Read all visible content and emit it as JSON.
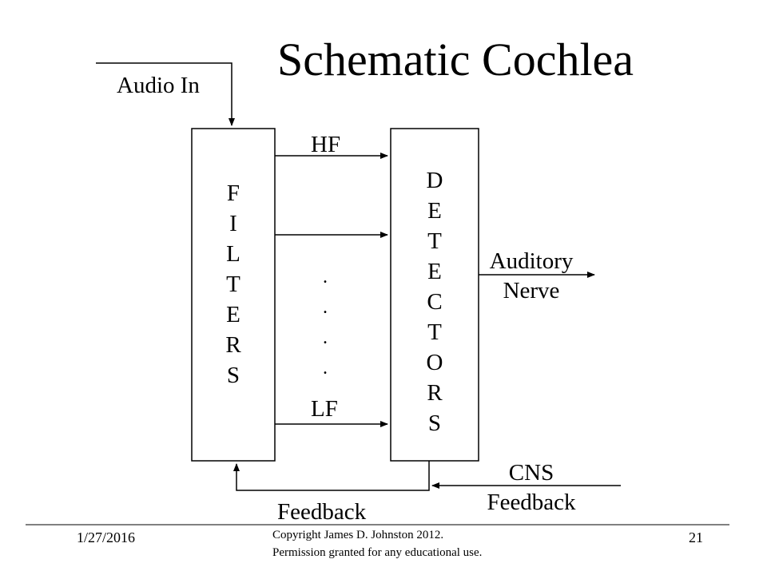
{
  "slide": {
    "title": "Schematic Cochlea",
    "audio_in": "Audio In",
    "filters_letters": [
      "F",
      "I",
      "L",
      "T",
      "E",
      "R",
      "S"
    ],
    "detectors_letters": [
      "D",
      "E",
      "T",
      "E",
      "C",
      "T",
      "O",
      "R",
      "S"
    ],
    "hf": "HF",
    "lf": "LF",
    "dots": [
      ".",
      ".",
      ".",
      "."
    ],
    "auditory": "Auditory",
    "nerve": "Nerve",
    "cns": "CNS",
    "cns_feedback": "Feedback",
    "feedback": "Feedback"
  },
  "footer": {
    "date": "1/27/2016",
    "copyright_line1": "Copyright James D. Johnston 2012.",
    "copyright_line2": "Permission granted for any educational use.",
    "page_number": "21"
  }
}
